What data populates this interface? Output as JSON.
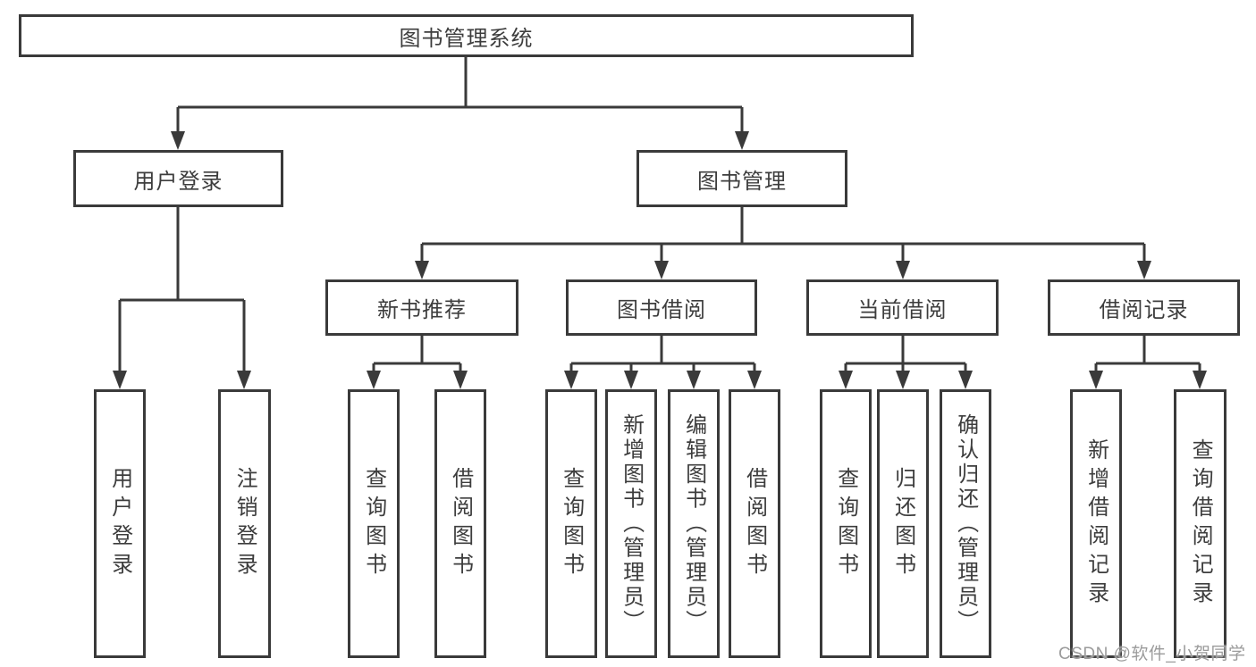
{
  "diagram": {
    "root": "图书管理系统",
    "branches": [
      {
        "label": "用户登录",
        "children": [
          "用户登录",
          "注销登录"
        ]
      },
      {
        "label": "图书管理",
        "sections": [
          {
            "label": "新书推荐",
            "children": [
              "查询图书",
              "借阅图书"
            ]
          },
          {
            "label": "图书借阅",
            "children": [
              "查询图书",
              "新增图书（管理员）",
              "编辑图书（管理员）",
              "借阅图书"
            ]
          },
          {
            "label": "当前借阅",
            "children": [
              "查询图书",
              "归还图书",
              "确认归还（管理员）"
            ]
          },
          {
            "label": "借阅记录",
            "children": [
              "新增借阅记录",
              "查询借阅记录"
            ]
          }
        ]
      }
    ]
  },
  "watermark": "CSDN @软件_小贺同学",
  "colors": {
    "line": "#3a3a3a",
    "text": "#3d3d3d",
    "background": "#ffffff",
    "watermark": "#9b9b9b"
  }
}
